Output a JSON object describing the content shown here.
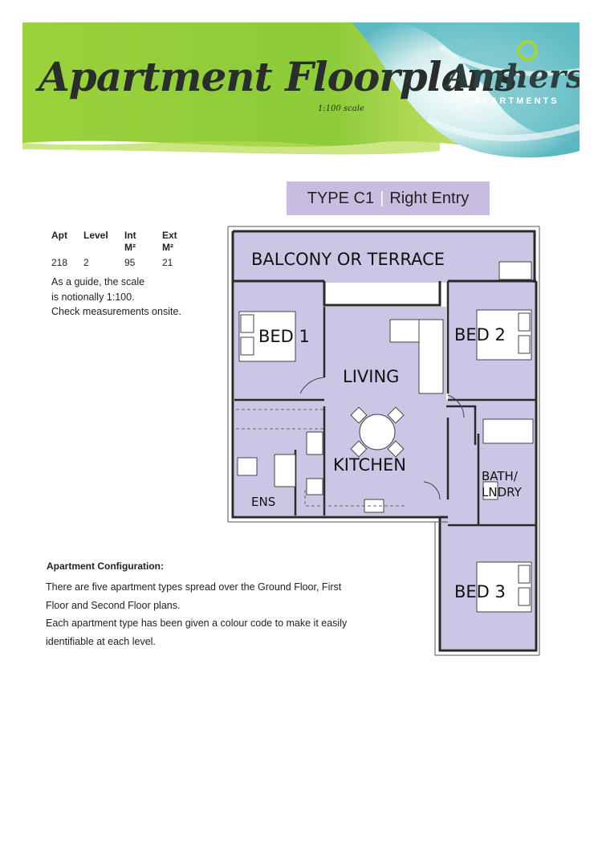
{
  "header": {
    "title": "Apartment Floorplans",
    "scale": "1:100 scale",
    "brand": "Amherst",
    "brand_sub": "APARTMENTS",
    "colors": {
      "green": "#8cc63f",
      "teal": "#7fc6cc",
      "dark": "#2a2e2a"
    }
  },
  "type_box": {
    "type": "TYPE C1",
    "entry": "Right Entry",
    "color": "#c8bde0"
  },
  "apartment": {
    "headers": {
      "apt": "Apt",
      "level": "Level",
      "int_1": "Int",
      "int_2": "M²",
      "ext_1": "Ext",
      "ext_2": "M²"
    },
    "values": {
      "apt": "218",
      "level": "2",
      "int": "95",
      "ext": "21"
    }
  },
  "guide": {
    "line1": "As a guide, the scale",
    "line2": "is notionally 1:100.",
    "line3": "Check measurements onsite."
  },
  "rooms": {
    "balcony": "BALCONY OR TERRACE",
    "bed1": "BED 1",
    "bed2": "BED 2",
    "bed3": "BED 3",
    "living": "LIVING",
    "kitchen": "KITCHEN",
    "bath_1": "BATH/",
    "bath_2": "LNDRY",
    "ens": "ENS",
    "fill_color": "#cdc5e6"
  },
  "config": {
    "title": "Apartment Configuration:",
    "line1": "There are five apartment types spread over the Ground Floor, First",
    "line2": "Floor and Second Floor plans.",
    "line3": "Each apartment type has been given a colour code to make it easily",
    "line4": "identifiable at each level."
  }
}
